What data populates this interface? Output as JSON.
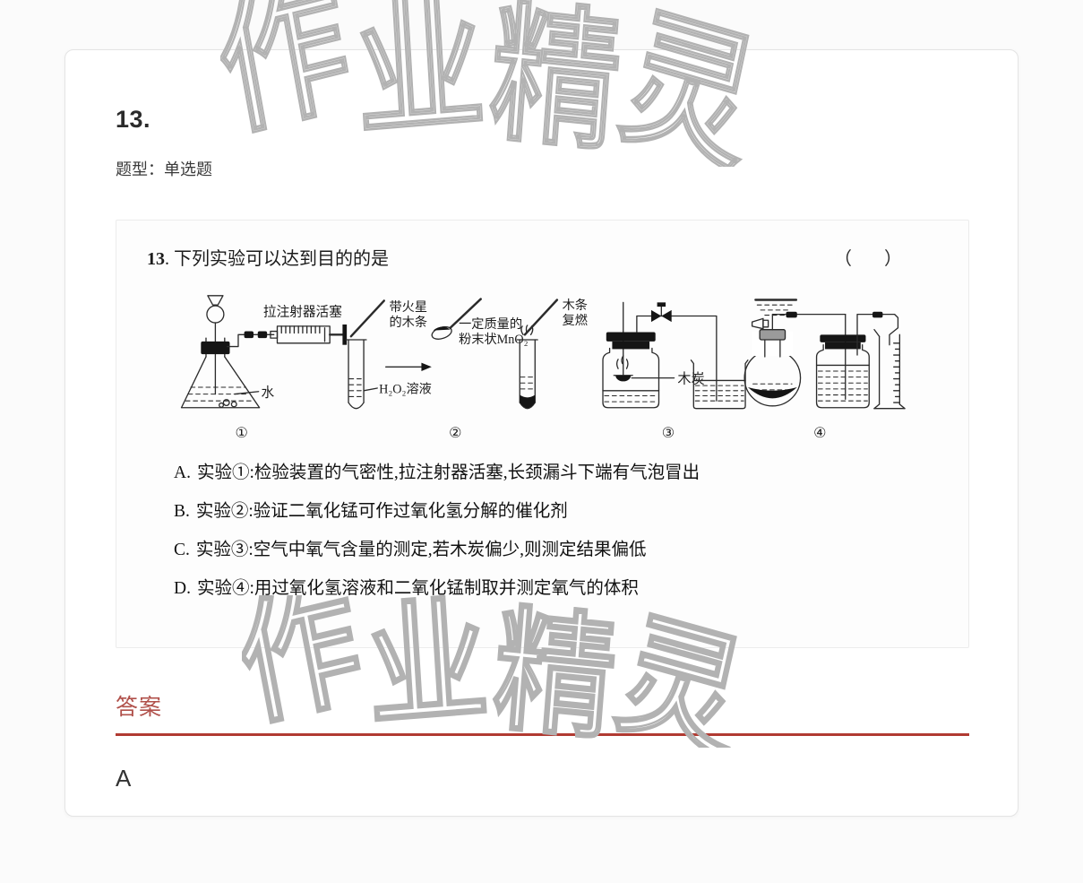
{
  "header": {
    "number": "13.",
    "type_label": "题型：单选题"
  },
  "stem": {
    "number": "13",
    "text": ". 下列实验可以达到目的的是",
    "bracket_open": "（",
    "bracket_close": "）"
  },
  "diagram": {
    "s1": {
      "syringe_label": "拉注射器活塞",
      "water_label": "水",
      "num": "①"
    },
    "s2": {
      "spark1": "带火星",
      "spark2": "的木条",
      "h2o2": "H₂O₂溶液",
      "mass1": "一定质量的",
      "mass2": "粉末状MnO₂",
      "relight1": "木条",
      "relight2": "复燃",
      "num": "②"
    },
    "s3": {
      "charcoal": "木炭",
      "num": "③"
    },
    "s4": {
      "num": "④"
    }
  },
  "options": [
    {
      "label": "A.",
      "text": "实验①:检验装置的气密性,拉注射器活塞,长颈漏斗下端有气泡冒出"
    },
    {
      "label": "B.",
      "text": "实验②:验证二氧化锰可作过氧化氢分解的催化剂"
    },
    {
      "label": "C.",
      "text": "实验③:空气中氧气含量的测定,若木炭偏少,则测定结果偏低"
    },
    {
      "label": "D.",
      "text": "实验④:用过氧化氢溶液和二氧化锰制取并测定氧气的体积"
    }
  ],
  "answer": {
    "heading": "答案",
    "value": "A"
  },
  "watermark": {
    "text": "作业精灵"
  },
  "colors": {
    "answer_red": "#b0504a",
    "rule_red": "#b13a32",
    "watermark_gray": "#b2b2b2"
  }
}
